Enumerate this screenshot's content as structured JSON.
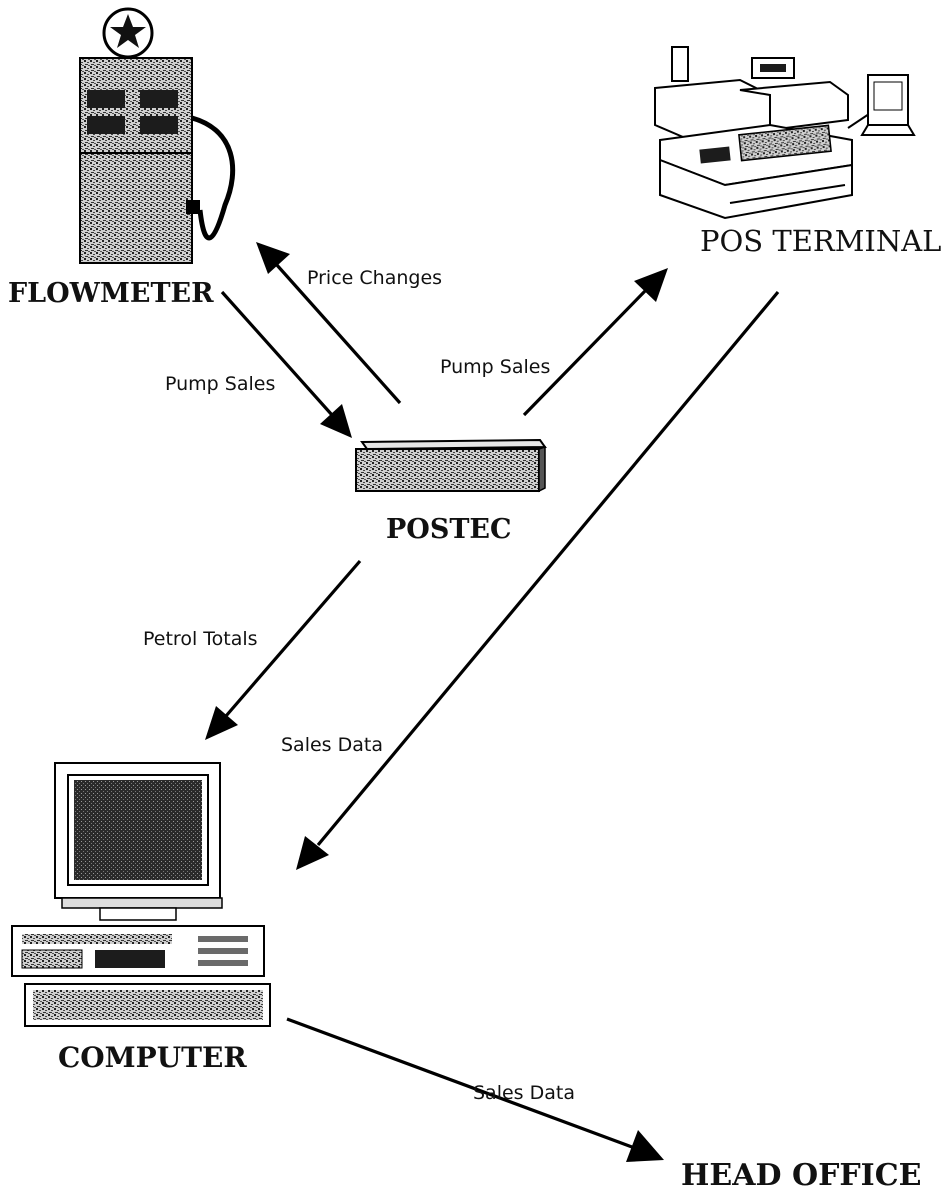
{
  "nodes": {
    "flowmeter": {
      "label": "FLOWMETER"
    },
    "pos_terminal": {
      "label": "POS TERMINAL"
    },
    "postec": {
      "label": "POSTEC"
    },
    "computer": {
      "label": "COMPUTER"
    },
    "head_office": {
      "label": "HEAD OFFICE"
    }
  },
  "edges": {
    "price_changes": {
      "label": "Price Changes",
      "from": "POSTEC",
      "to": "FLOWMETER"
    },
    "pump_sales_in": {
      "label": "Pump Sales",
      "from": "FLOWMETER",
      "to": "POSTEC"
    },
    "pump_sales_out": {
      "label": "Pump Sales",
      "from": "POSTEC",
      "to": "POS TERMINAL"
    },
    "petrol_totals": {
      "label": "Petrol Totals",
      "from": "POSTEC",
      "to": "COMPUTER"
    },
    "sales_data_pos": {
      "label": "Sales Data",
      "from": "POS TERMINAL",
      "to": "COMPUTER"
    },
    "sales_data_office": {
      "label": "Sales Data",
      "from": "COMPUTER",
      "to": "HEAD OFFICE"
    }
  },
  "colors": {
    "ink": "#000000",
    "background": "#ffffff"
  },
  "icons": {
    "flowmeter": "fuel-pump-icon",
    "pos_terminal": "cash-register-icon",
    "postec": "controller-box-icon",
    "computer": "desktop-computer-icon"
  }
}
